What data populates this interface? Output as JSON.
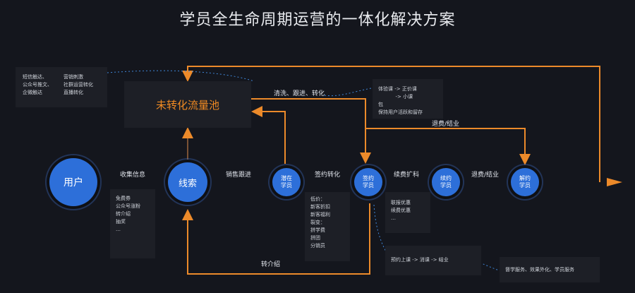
{
  "title": "学员全生命周期运营的一体化解决方案",
  "pool_label": "未转化流量池",
  "nodes": {
    "user": "用户",
    "lead": "线索",
    "potential": [
      "潜在",
      "学员"
    ],
    "signed": [
      "签约",
      "学员"
    ],
    "renewed": [
      "续约",
      "学员"
    ],
    "cancelled": [
      "解约",
      "学员"
    ]
  },
  "edge_labels": {
    "collect": "收集信息",
    "sales": "销售跟进",
    "sign": "签约转化",
    "renew": "续费扩科",
    "refund_main": "退费/结业",
    "refund_top": "退费/结业",
    "clean": "清洗、跟进、转化",
    "referral": "转介绍"
  },
  "boxes": {
    "top_left": {
      "col1": [
        "短信触达、",
        "公众号推文、",
        "企微触达"
      ],
      "col2": [
        "营销刺激",
        "社群运营转化",
        "直播转化"
      ]
    },
    "top_right": [
      "体验课 -> 正价课",
      "           -> 小课",
      "包",
      "保持用户活跃和留存"
    ],
    "lead_box": [
      "免费券",
      "公众号涨粉",
      "转介绍",
      "抽奖",
      "…"
    ],
    "sign_box": [
      "低价：",
      "新客折扣",
      "新客福利",
      "裂变：",
      "拼学费",
      "拼团",
      "分销员"
    ],
    "renew_box": [
      "联报优惠",
      "续费优惠",
      "…"
    ],
    "schedule_box": [
      "预约上课 -> 消课 -> 结业"
    ],
    "service_box": [
      "督学服务、效果外化、学员服务"
    ]
  }
}
